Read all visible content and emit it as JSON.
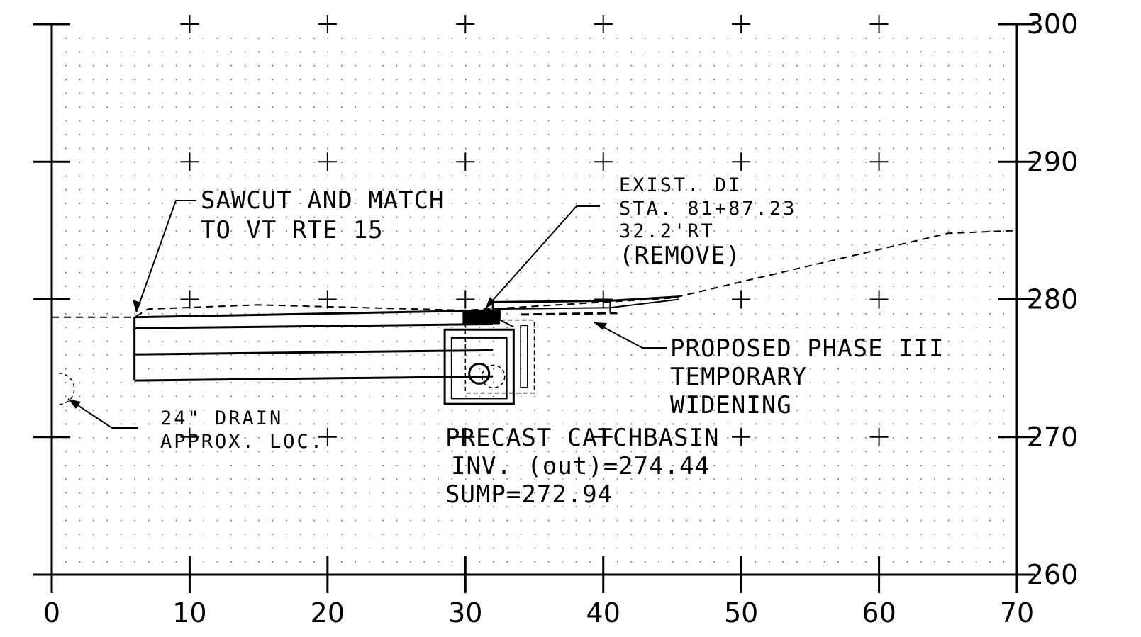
{
  "chart_data": {
    "type": "profile",
    "x_axis": {
      "range": [
        0,
        70
      ],
      "ticks": [
        "0",
        "10",
        "20",
        "30",
        "40",
        "50",
        "60",
        "70"
      ]
    },
    "y_axis": {
      "range": [
        260,
        300
      ],
      "position": "right",
      "ticks": [
        "260",
        "270",
        "280",
        "290",
        "300"
      ]
    },
    "grid": "dotted",
    "existing_ground_profile": [
      [
        0,
        278.7
      ],
      [
        6,
        278.7
      ],
      [
        7,
        279.3
      ],
      [
        15,
        279.6
      ],
      [
        30,
        279.2
      ],
      [
        45,
        280.1
      ],
      [
        65,
        284.8
      ],
      [
        70,
        285
      ]
    ],
    "proposed_surface_top": [
      [
        6,
        278.7
      ],
      [
        32,
        279.2
      ],
      [
        32,
        279.8
      ],
      [
        40.5,
        279.9
      ],
      [
        45.5,
        280.2
      ]
    ],
    "proposed_layers_left": [
      {
        "from": [
          6,
          277.9
        ],
        "to": [
          32,
          278.2
        ]
      },
      {
        "from": [
          6,
          276.0
        ],
        "to": [
          32,
          276.3
        ]
      },
      {
        "from": [
          6,
          274.1
        ],
        "to": [
          32,
          274.4
        ]
      }
    ],
    "catch_basin": {
      "x_range": [
        28.5,
        33.5
      ],
      "y_range": [
        272.4,
        277.8
      ],
      "inner_x_range": [
        29,
        33
      ],
      "inner_y_range": [
        272.8,
        277.2
      ],
      "pipe_center": [
        31,
        274.6
      ]
    },
    "drain_pipe_24in": {
      "center": [
        0.5,
        273.5
      ]
    }
  },
  "annotations": {
    "sawcut": {
      "line1": "SAWCUT AND MATCH",
      "line2": "TO VT RTE 15"
    },
    "exist_di": {
      "line1": "EXIST. DI",
      "line2": "STA. 81+87.23",
      "line3": "32.2'RT",
      "line4": "(REMOVE)"
    },
    "phase": {
      "line1": "PROPOSED PHASE III",
      "line2": "TEMPORARY",
      "line3": "WIDENING"
    },
    "drain": {
      "line1": "24\" DRAIN",
      "line2": "APPROX. LOC."
    },
    "catchbasin": {
      "line1": "PRECAST CATCHBASIN",
      "line2": "INV. (out)=274.44",
      "line3": "SUMP=272.94"
    }
  }
}
